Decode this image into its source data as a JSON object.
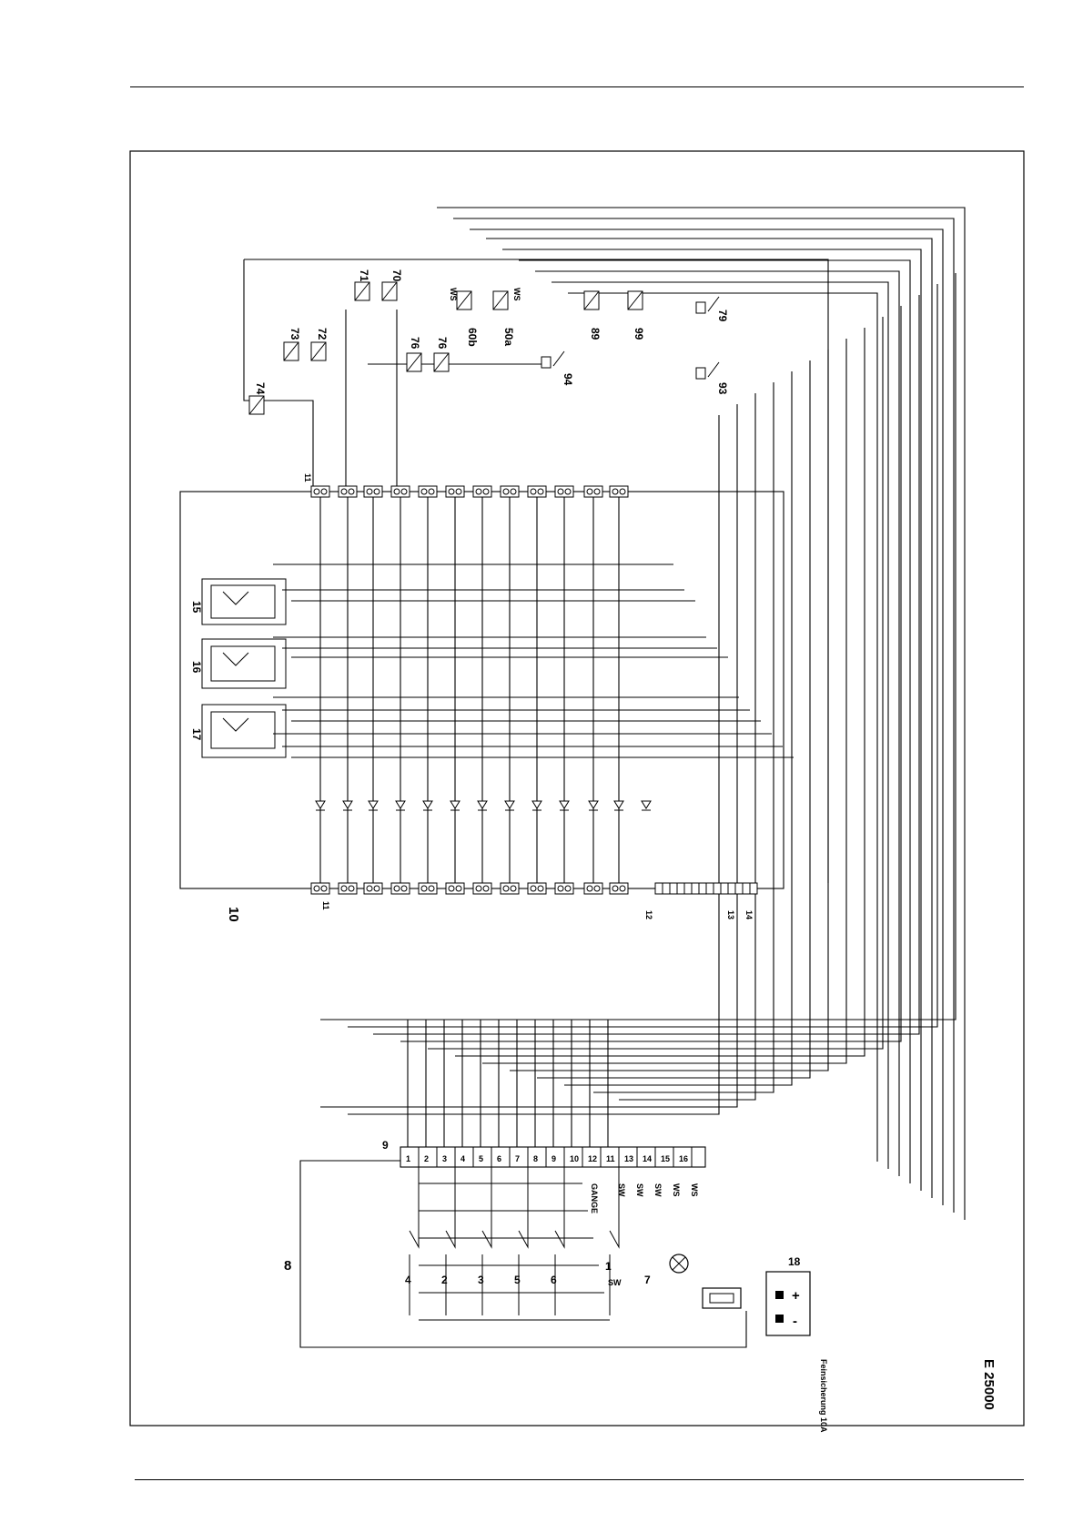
{
  "diagram": {
    "drawing_number": "E 25000",
    "fuse_label": "Feinsicherung 10A",
    "battery_label": "18",
    "battery_plus": "+",
    "battery_minus": "-",
    "box_labels": {
      "connector_left": "8",
      "control_unit": "10",
      "connector_bottom": "9"
    },
    "switch_labels": [
      "4",
      "2",
      "3",
      "5",
      "6",
      "1"
    ],
    "lamp_label": "7",
    "contact_label": "SW",
    "connector_pins": [
      "1",
      "2",
      "3",
      "4",
      "5",
      "6",
      "7",
      "8",
      "9",
      "10",
      "12",
      "11",
      "13",
      "14",
      "15",
      "16"
    ],
    "pin_wire_labels": [
      "GANGE",
      "SW",
      "SW",
      "SW",
      "WS",
      "WS"
    ],
    "module_labels": [
      "15",
      "16",
      "17"
    ],
    "terminal_row_labels": [
      "11",
      "12",
      "13",
      "14",
      "11"
    ],
    "relay_labels": [
      "74",
      "73",
      "72",
      "71",
      "70",
      "76",
      "76",
      "60b",
      "50a",
      "89",
      "99",
      "94",
      "79",
      "93"
    ],
    "relay_wire_labels": [
      "WS",
      "WS"
    ]
  },
  "colors": {
    "line": "#000000",
    "background": "#ffffff"
  }
}
